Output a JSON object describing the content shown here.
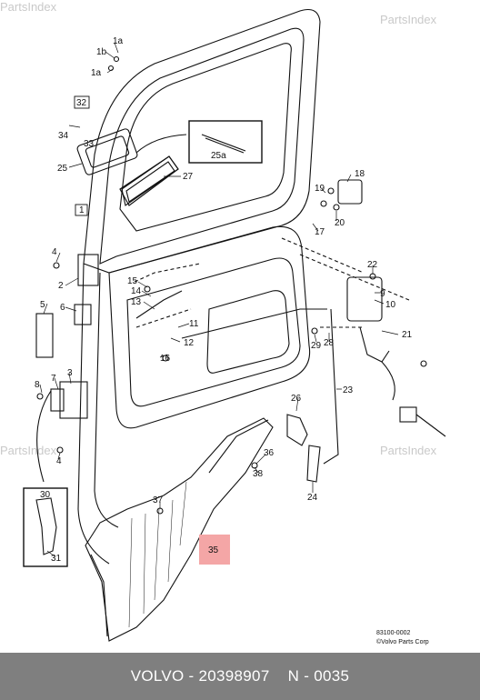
{
  "watermarks": [
    "PartsIndex",
    "PartsIndex",
    "PartsIndex",
    "PartsIndex"
  ],
  "callouts": [
    "1a",
    "1b",
    "1a",
    "32",
    "34",
    "33",
    "25",
    "27",
    "25a",
    "18",
    "19",
    "20",
    "17",
    "1",
    "4",
    "2",
    "5",
    "6",
    "15",
    "14",
    "13",
    "11",
    "12",
    "16",
    "22",
    "10",
    "9",
    "21",
    "29",
    "28",
    "8",
    "7",
    "3",
    "23",
    "26",
    "36",
    "38",
    "4",
    "30",
    "31",
    "37",
    "24",
    "35"
  ],
  "highlight": {
    "part": "35",
    "color": "#f4a6a6"
  },
  "drawing_ref": "83100-0002",
  "copyright": "©Volvo Parts Corp",
  "footer": {
    "brand": "VOLVO",
    "sep1": " - ",
    "part_number": "20398907",
    "sep2": "    N - ",
    "ref": "0035"
  }
}
